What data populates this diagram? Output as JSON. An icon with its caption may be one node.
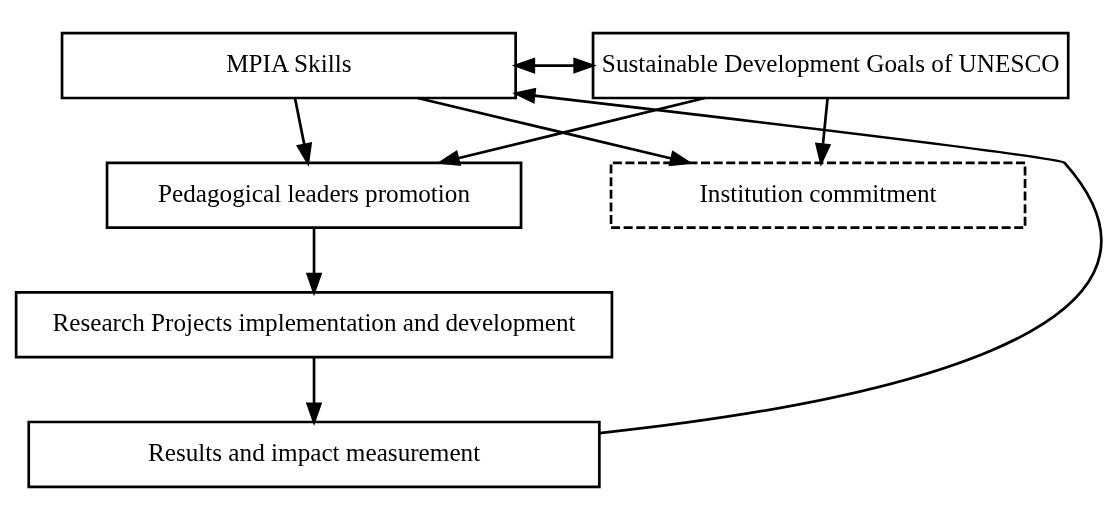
{
  "diagram": {
    "nodes": [
      {
        "text": [
          "MPIA Skills"
        ]
      },
      {
        "text": [
          "Sustainable Development Goals of UNESCO"
        ]
      },
      {
        "text": [
          "Institution commitment"
        ]
      },
      {
        "text": [
          "Pedagogical leaders promotion"
        ]
      },
      {
        "text": [
          "Research Projects implementation and development"
        ]
      },
      {
        "text": [
          "Results and impact measurement"
        ]
      }
    ],
    "edges": [
      {
        "from": 0,
        "to": 1,
        "arrow": "both"
      },
      {
        "from": 0,
        "to": 3,
        "arrow": "to"
      },
      {
        "from": 1,
        "to": 3,
        "arrow": "to"
      },
      {
        "from": 0,
        "to": 2,
        "arrow": "to"
      },
      {
        "from": 1,
        "to": 2,
        "arrow": "to"
      },
      {
        "from": 3,
        "to": 4,
        "arrow": "to"
      },
      {
        "from": 4,
        "to": 5,
        "arrow": "to"
      },
      {
        "from": 5,
        "to": 0,
        "arrow": "to"
      }
    ]
  }
}
